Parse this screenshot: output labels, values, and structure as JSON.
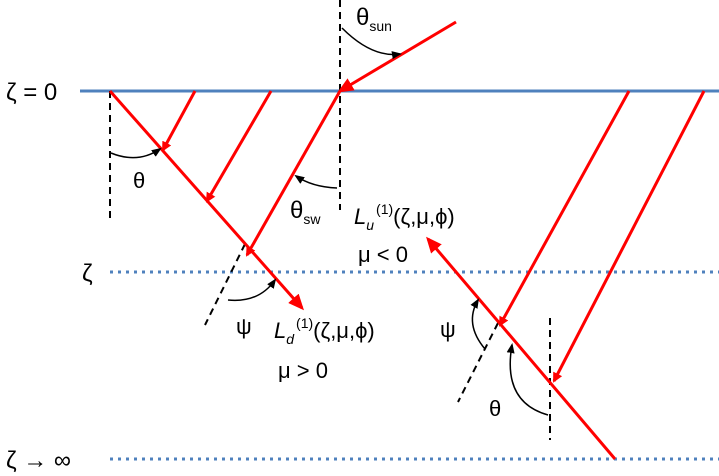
{
  "labels": {
    "zeta0": "ζ = 0",
    "zeta": "ζ",
    "zetaInf": "ζ → ∞",
    "thetaSun": "θ",
    "thetaSunSub": "sun",
    "thetaSw": "θ",
    "thetaSwSub": "sw",
    "thetaLeft": "θ",
    "thetaRight": "θ",
    "psiLeft": "ψ",
    "psiRight": "ψ",
    "Lu": "L",
    "LuSub": "u",
    "LuSup": "(1)",
    "LuArgs": "(ζ,μ,ϕ)",
    "muNeg": "μ < 0",
    "Ld": "L",
    "LdSub": "d",
    "LdSup": "(1)",
    "LdArgs": "(ζ,μ,ϕ)",
    "muPos": "μ > 0"
  },
  "colors": {
    "surface": "#4f81bd",
    "depthLines": "#4f81bd",
    "rays": "#ff0000",
    "guides": "#000000"
  }
}
